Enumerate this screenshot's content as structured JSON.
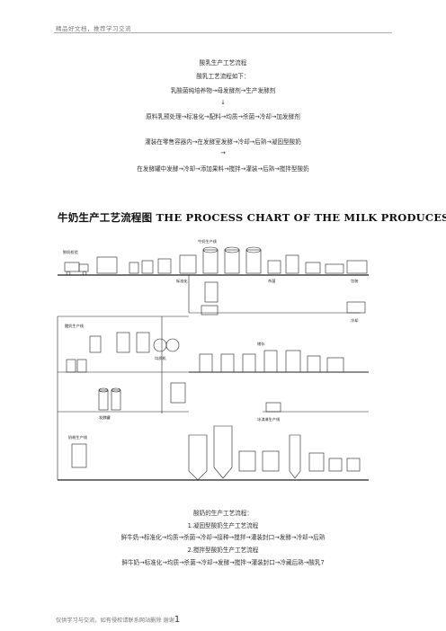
{
  "header": {
    "left": "精品好文档，推荐学习交流"
  },
  "intro": {
    "title": "酸乳生产工艺流程",
    "subtitle": "酸乳工艺流程如下：",
    "step1": "乳酸菌纯培养物→母发酵剂→生产发酵剂",
    "arrow_down": "↓",
    "step2": "原料乳预处理→标准化→配料→均质→杀菌→冷却→加发酵剂",
    "step3": "灌装在零售容器内→在发酵室发酵→冷却→后熟→凝固型酸奶",
    "arrow": "→",
    "step4": "在发酵罐中发酵→冷却→添加果料→搅拌→灌装→后熟→搅拌型酸奶"
  },
  "diagram": {
    "title": "牛奶生产工艺流程图 THE PROCESS CHART OF THE MILK PRODUCES",
    "labels": {
      "raw_milk_receiving": "鲜奶检验",
      "milk_production_line": "牛奶生产线",
      "standardization": "标准化",
      "yogurt_line": "酸奶生产线",
      "cooling": "冷却",
      "storage": "储存",
      "packing": "包装",
      "sterilization": "杀菌",
      "homogenizer": "均质机",
      "fermentation_tank": "发酵罐",
      "milk_powder_line": "奶粉生产线",
      "ice_cream_line": "冰淇淋生产线"
    }
  },
  "section2": {
    "title": "酸奶的生产工艺流程：",
    "sub1": "1.凝固型酸奶生产工艺流程",
    "flow1": "鲜牛奶→标准化→均质→杀菌→冷却→接种→搅拌→灌装封口→发酵→冷却→后熟",
    "sub2": "2.搅拌型酸奶生产工艺流程",
    "flow2": "鲜牛奶→标准化→均质→杀菌→冷却→发酵→搅拌→灌装封口→冷藏后熟→酸乳7"
  },
  "footer": {
    "text": "仅供学习与交流，如有侵权请联系网站删除 谢谢",
    "page": "1"
  }
}
